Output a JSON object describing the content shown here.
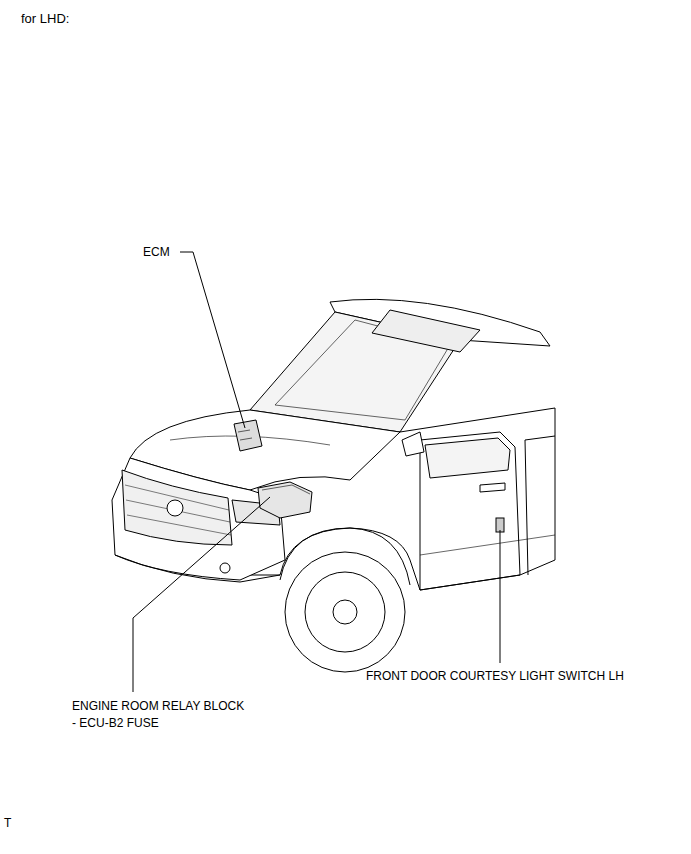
{
  "diagram": {
    "title": "for LHD:",
    "labels": [
      "ECM",
      "ENGINE ROOM RELAY BLOCK",
      "- ECU-B2 FUSE",
      "FRONT DOOR COURTESY LIGHT SWITCH LH",
      "T"
    ]
  }
}
